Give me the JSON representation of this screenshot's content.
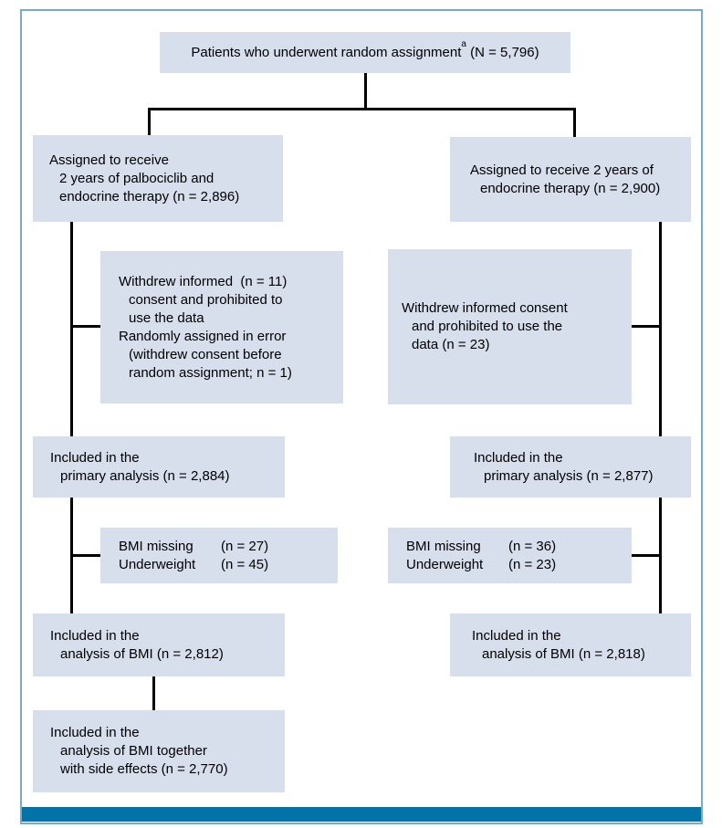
{
  "colors": {
    "background": "#ffffff",
    "border": "#74aacb",
    "bottom_bar": "#0073a9",
    "box_fill": "#d7deec",
    "line": "#000000"
  },
  "nodes": {
    "root": {
      "text": "Patients who underwent random assignment",
      "sup": "a",
      "n": " (N = 5,796)"
    },
    "left_assigned": {
      "lines": [
        "Assigned to receive",
        "2 years of palbociclib and",
        "endocrine therapy (n = 2,896)"
      ]
    },
    "right_assigned": {
      "lines": [
        "Assigned to receive 2 years of",
        "endocrine therapy (n = 2,900)"
      ]
    },
    "left_withdrew": {
      "lines": [
        "Withdrew informed  (n = 11)",
        "consent and prohibited to",
        "use the data",
        "Randomly assigned in error",
        "(withdrew consent before",
        "random assignment; n = 1)"
      ]
    },
    "right_withdrew": {
      "lines": [
        "Withdrew informed consent",
        "and prohibited to use the",
        "data (n = 23)"
      ]
    },
    "left_primary": {
      "lines": [
        "Included in the",
        "primary analysis (n = 2,884)"
      ]
    },
    "right_primary": {
      "lines": [
        "Included in the",
        "primary analysis (n = 2,877)"
      ]
    },
    "left_bmi_missing": {
      "rows": [
        {
          "label": "BMI missing",
          "value": "(n = 27)"
        },
        {
          "label": "Underweight",
          "value": "(n = 45)"
        }
      ]
    },
    "right_bmi_missing": {
      "rows": [
        {
          "label": "BMI missing",
          "value": "(n = 36)"
        },
        {
          "label": "Underweight",
          "value": "(n = 23)"
        }
      ]
    },
    "left_bmi": {
      "lines": [
        "Included in the",
        "analysis of BMI (n = 2,812)"
      ]
    },
    "right_bmi": {
      "lines": [
        "Included in the",
        "analysis of BMI (n = 2,818)"
      ]
    },
    "left_bmi_side_effects": {
      "lines": [
        "Included in the",
        "analysis of BMI together",
        "with side effects (n = 2,770)"
      ]
    }
  }
}
